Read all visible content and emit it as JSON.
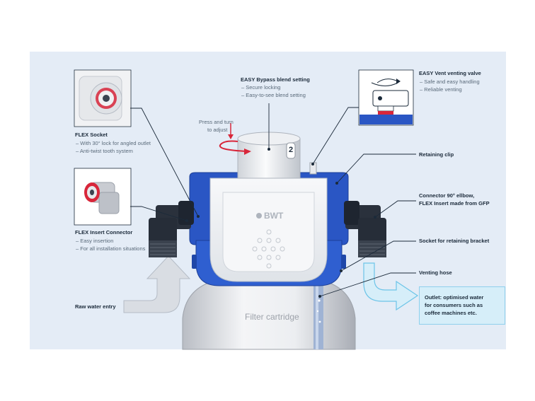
{
  "colors": {
    "background_panel": "#e4ecf6",
    "bwt_blue": "#2a56c4",
    "dark_connector": "#1e2530",
    "arrow_grey": "#d9dde3",
    "outlet_fill": "#d6eef9",
    "accent_red": "#d8263a"
  },
  "top_label": {
    "title": "EASY Bypass blend setting",
    "items": [
      "– Secure locking",
      "– Easy-to-see blend setting"
    ]
  },
  "press_turn": {
    "line1": "Press and turn",
    "line2": "to adjust"
  },
  "bypass_knob_number": "2",
  "vent_label": {
    "title": "EASY Vent venting valve",
    "items": [
      "– Safe and easy handling",
      "– Reliable venting"
    ]
  },
  "flex_socket": {
    "title": "FLEX Socket",
    "items": [
      "– With 30° lock for angled outlet",
      "– Anti-twist tooth system"
    ]
  },
  "flex_insert": {
    "title": "FLEX Insert Connector",
    "items": [
      "– Easy insertion",
      "– For all installation situations"
    ]
  },
  "retaining_clip": "Retaining clip",
  "connector_elbow": {
    "line1": "Connector 90° ellbow,",
    "line2": "FLEX Insert made from GFP"
  },
  "socket_bracket": "Socket for retaining bracket",
  "venting_hose": "Venting hose",
  "raw_water": "Raw water entry",
  "outlet": {
    "line1": "Outlet: optimised water",
    "line2": "for consumers such as",
    "line3": "coffee machines etc."
  },
  "brand_logo": "BWT",
  "filter_cartridge": "Filter cartridge"
}
